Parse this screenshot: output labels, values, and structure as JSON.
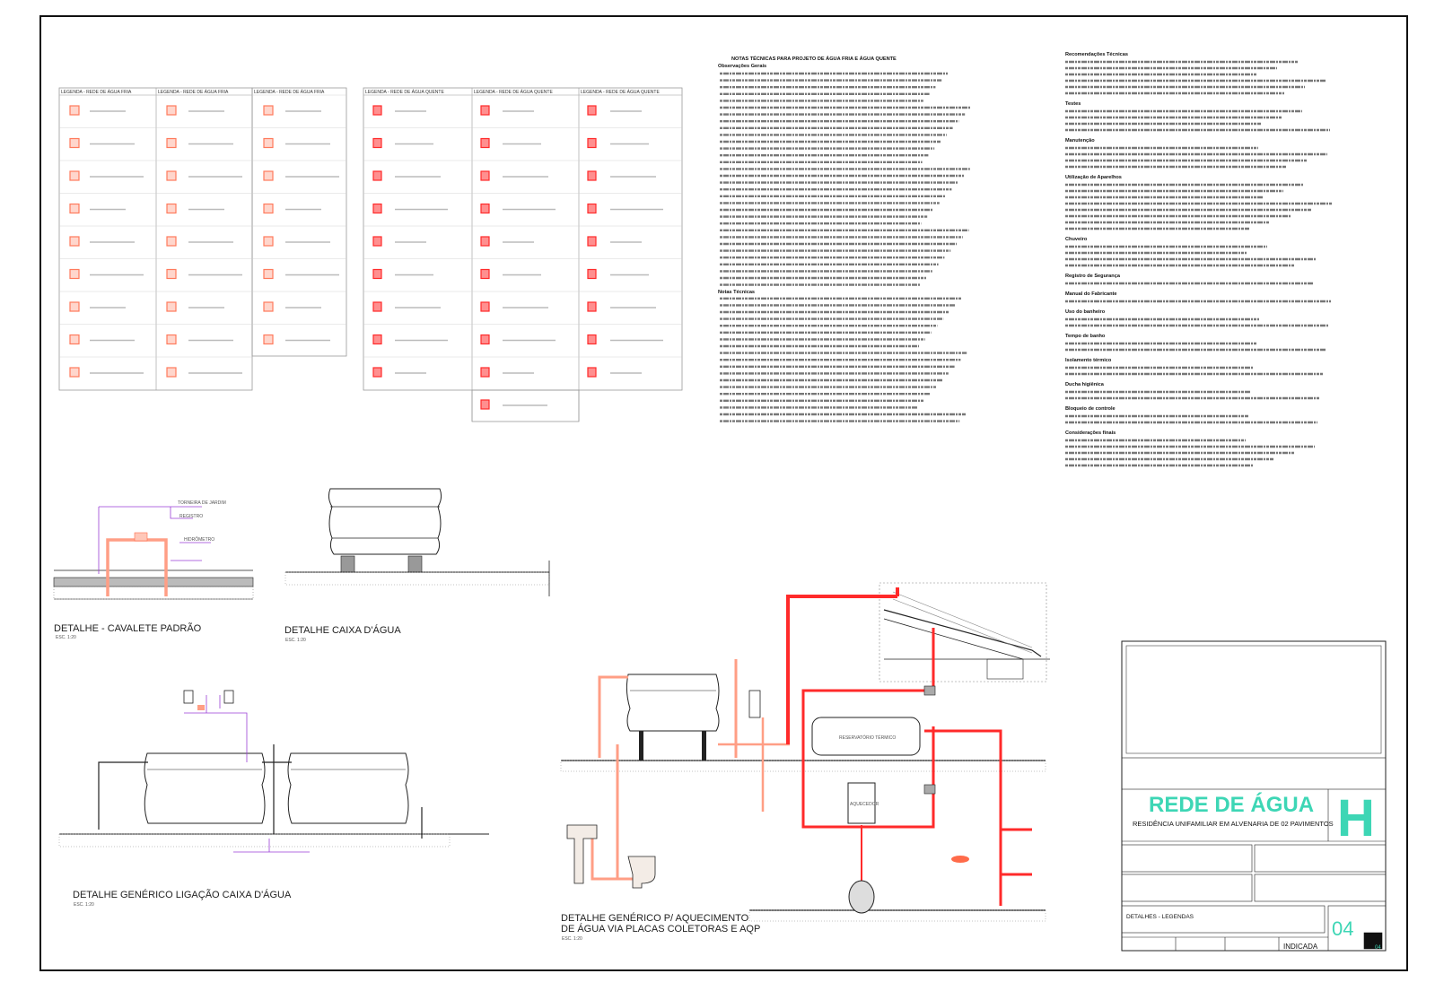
{
  "sheet": {
    "colors": {
      "water_cold": "#ff7a5c",
      "water_hot": "#ff2a2a",
      "accent": "#9b3fd6",
      "title": "#3dd6b5",
      "line": "#222222"
    }
  },
  "legends": {
    "cold_headers": [
      "LEGENDA - REDE DE ÁGUA FRIA",
      "LEGENDA - REDE DE ÁGUA FRIA",
      "LEGENDA - REDE DE ÁGUA FRIA"
    ],
    "hot_headers": [
      "LEGENDA - REDE DE ÁGUA QUENTE",
      "LEGENDA - REDE DE ÁGUA QUENTE",
      "LEGENDA - REDE DE ÁGUA QUENTE"
    ]
  },
  "notes": {
    "title": "NOTAS TÉCNICAS PARA PROJETO DE ÁGUA FRIA E ÁGUA QUENTE",
    "heading_1": "Observações Gerais",
    "heading_2": "Notas Técnicas",
    "right_headings": [
      "Recomendações Técnicas",
      "Testes",
      "Manutenção",
      "Utilização de Aparelhos",
      "Chuveiro",
      "Registro de Segurança",
      "Manual do Fabricante",
      "Uso do banheiro",
      "Tempo de banho",
      "Isolamento térmico",
      "Ducha higiênica",
      "Bloqueio de controle",
      "Considerações finais"
    ]
  },
  "details": {
    "cavalete": {
      "title": "DETALHE - CAVALETE PADRÃO",
      "scale": "ESC. 1:20"
    },
    "caixa": {
      "title": "DETALHE CAIXA D'ÁGUA",
      "scale": "ESC. 1:20"
    },
    "ligacao": {
      "title": "DETALHE GENÉRICO LIGAÇÃO CAIXA D'ÁGUA",
      "scale": "ESC. 1:20"
    },
    "aquecimento": {
      "title_line1": "DETALHE GENÉRICO P/ AQUECIMENTO",
      "title_line2": "DE ÁGUA VIA PLACAS COLETORAS E AQP",
      "scale": "ESC. 1:20",
      "boiler_label": "RESERVATÓRIO TÉRMICO",
      "heater_label": "AQUECEDOR"
    }
  },
  "title_block": {
    "project_name": "REDE DE ÁGUA",
    "project_desc": "RESIDÊNCIA UNIFAMILIAR EM ALVENARIA DE 02 PAVIMENTOS",
    "letter": "H",
    "content": "DETALHES - LEGENDAS",
    "sheet_number": "04",
    "sheet_total": "04",
    "scale": "INDICADA"
  }
}
